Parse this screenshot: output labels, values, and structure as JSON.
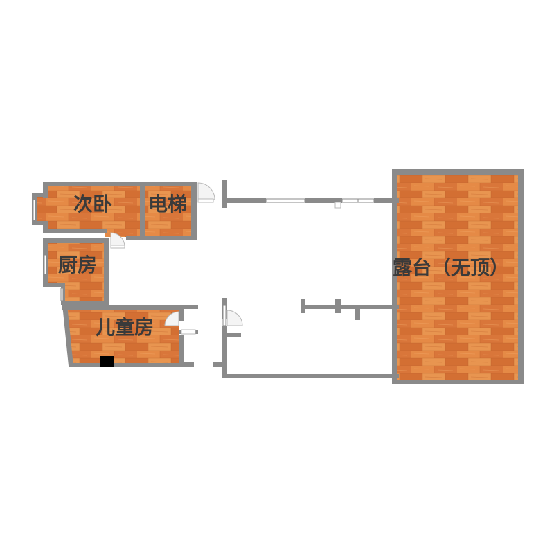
{
  "colors": {
    "wall": "#8a8a8a",
    "floor": "#e07f3c",
    "floor_plank_light": "#ea9450",
    "floor_plank_dark": "#c9652a",
    "label": "#3a3a3a",
    "door": "#ffffff",
    "window": "#ffffff",
    "column": "#000000",
    "background": "#ffffff"
  },
  "rooms": [
    {
      "id": "second-bedroom",
      "label": "次卧"
    },
    {
      "id": "elevator",
      "label": "电梯"
    },
    {
      "id": "kitchen",
      "label": "厨房"
    },
    {
      "id": "childrens-room",
      "label": "儿童房"
    },
    {
      "id": "terrace",
      "label": "露台（无顶）"
    }
  ]
}
